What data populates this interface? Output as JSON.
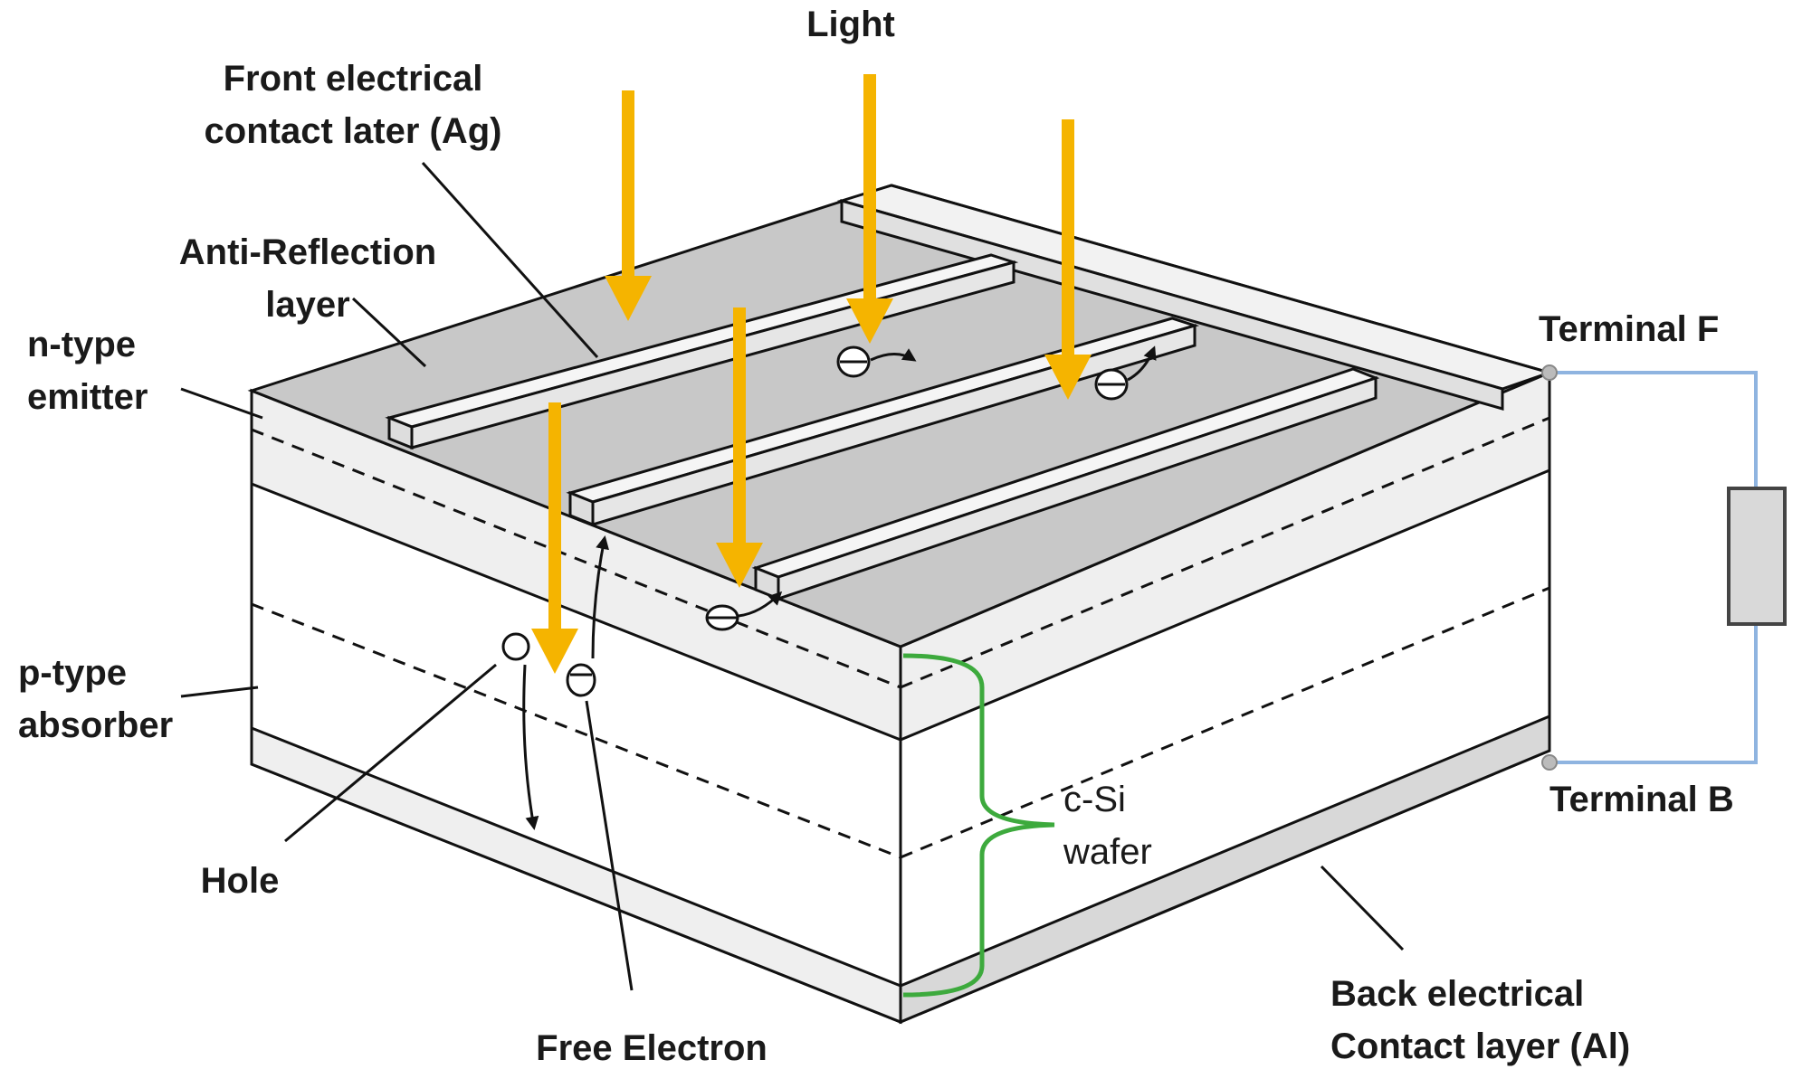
{
  "labels": {
    "light": "Light",
    "front_contact": [
      "Front electrical",
      "contact later (Ag)"
    ],
    "anti_reflection": [
      "Anti-Reflection",
      "layer"
    ],
    "n_emitter": [
      "n-type",
      "emitter"
    ],
    "p_absorber": [
      "p-type",
      "absorber"
    ],
    "hole": "Hole",
    "free_electron": "Free Electron",
    "csi_wafer": [
      "c-Si",
      "wafer"
    ],
    "terminal_f": "Terminal F",
    "terminal_b": "Terminal B",
    "back_contact": [
      "Back electrical",
      "Contact layer (Al)"
    ]
  },
  "colors": {
    "light_arrow": "#F5B400",
    "wafer_brace": "#3DAA3D",
    "circuit_wire": "#8FB4E0",
    "ar_layer": "#C8C8C8",
    "layer_light": "#EFEFEF",
    "outline": "#111111"
  },
  "icons": {
    "light_arrows": "down-arrow",
    "load": "resistor-box",
    "carriers": "circle"
  }
}
